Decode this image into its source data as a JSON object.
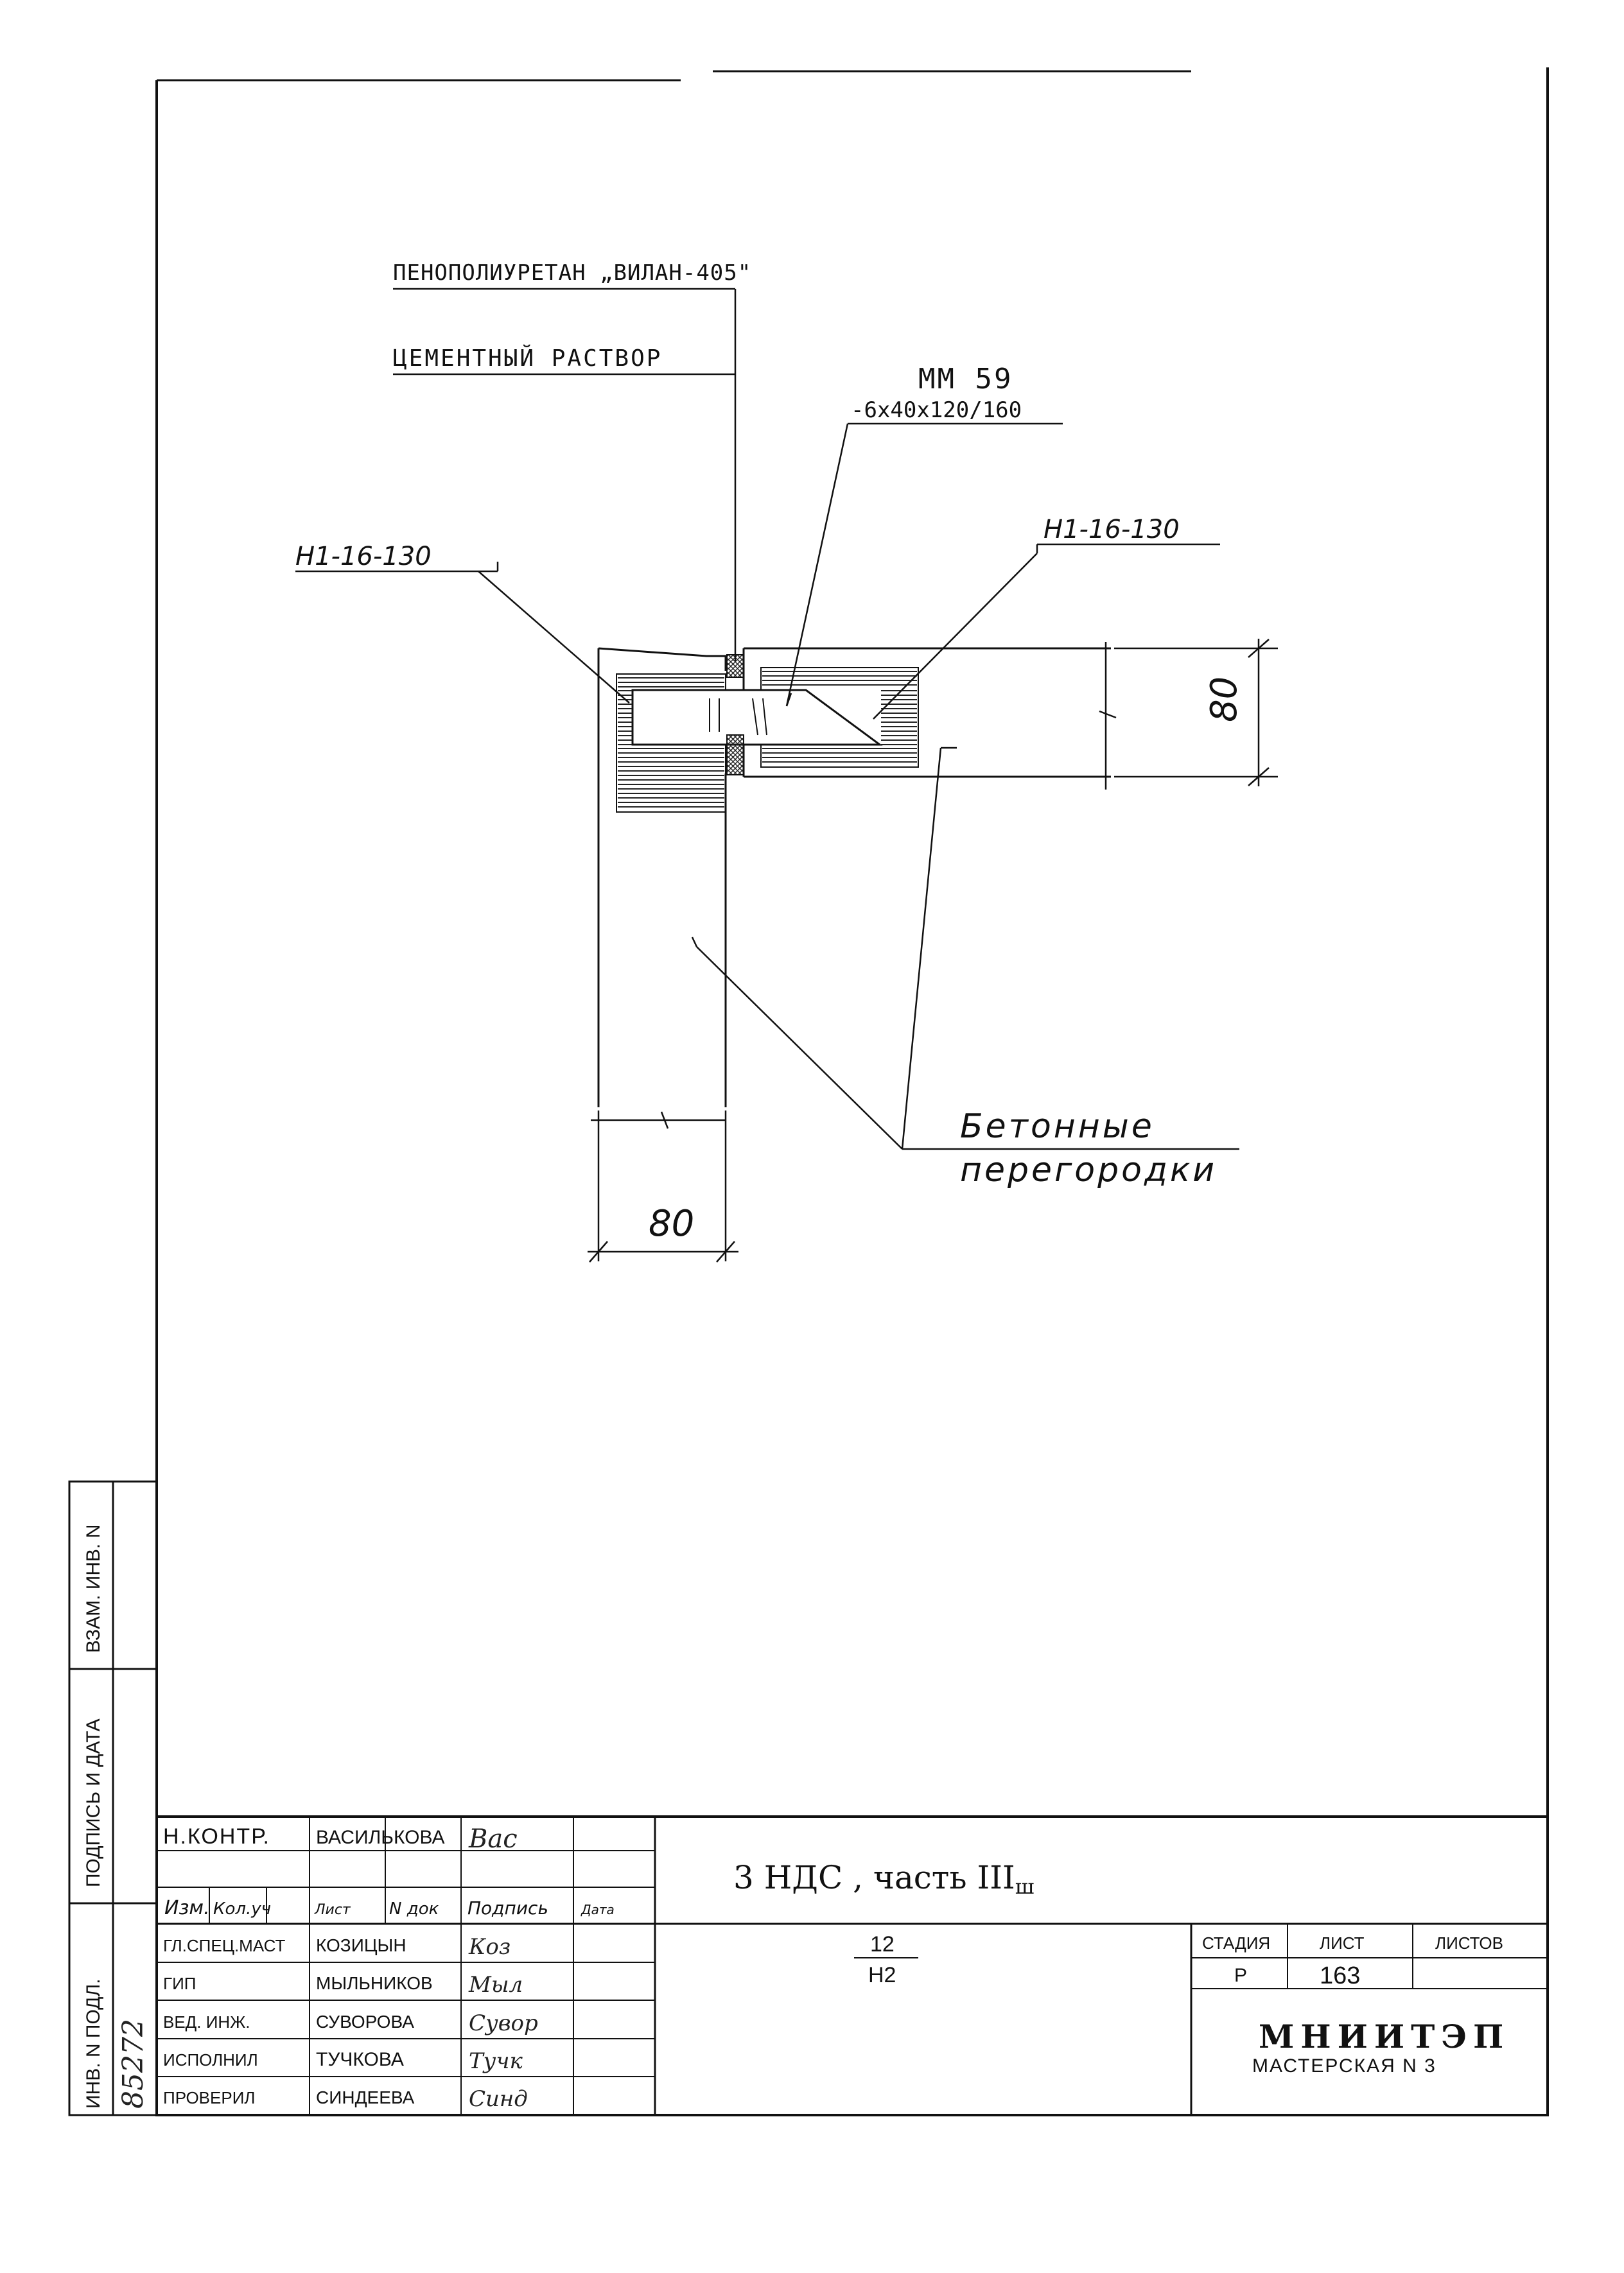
{
  "drawing": {
    "callouts": {
      "foam": "ПЕНОПОЛИУРЕТАН „ВИЛАН-405\"",
      "mortar": "ЦЕМЕНТНЫЙ РАСТВОР",
      "plate_mark": "ММ 59",
      "plate_size": "-6х40х120/160",
      "anchor_left": "Н1-16-130",
      "anchor_right": "Н1-16-130",
      "partitions_line1": "Бетонные",
      "partitions_line2": "перегородки"
    },
    "dimensions": {
      "horizontal": "80",
      "vertical": "80"
    }
  },
  "side_stamps": {
    "inv_podl": "ИНВ. N ПОДЛ.",
    "podpis_data": "ПОДПИСЬ И ДАТА",
    "vzam_inv": "ВЗАМ. ИНВ. N",
    "inv_number": "85272"
  },
  "title_block": {
    "top_row": {
      "role": "Н.КОНТР.",
      "name": "ВАСИЛЬКОВА",
      "signature": "Вас"
    },
    "header": {
      "izm": "Изм.",
      "kol": "Кол.уч",
      "list": "Лист",
      "ndok": "N док",
      "podpis": "Подпись",
      "data": "Дата"
    },
    "rows": [
      {
        "role": "ГЛ.СПЕЦ.МАСТ",
        "name": "КОЗИЦЫН",
        "signature": "Коз"
      },
      {
        "role": "ГИП",
        "name": "МЫЛЬНИКОВ",
        "signature": "Мыл"
      },
      {
        "role": "ВЕД. ИНЖ.",
        "name": "СУВОРОВА",
        "signature": "Сувор"
      },
      {
        "role": "ИСПОЛНИЛ",
        "name": "ТУЧКОВА",
        "signature": "Тучк"
      },
      {
        "role": "ПРОВЕРИЛ",
        "name": "СИНДЕЕВА",
        "signature": "Синд"
      }
    ],
    "title": "3 НДС , часть III",
    "title_sub": "ш",
    "code_top": "12",
    "code_bottom": "Н2",
    "stage_label": "СТАДИЯ",
    "sheet_label": "ЛИСТ",
    "sheets_label": "ЛИСТОВ",
    "stage_value": "Р",
    "sheet_value": "163",
    "org": "МНИИТЭП",
    "workshop": "МАСТЕРСКАЯ N 3"
  }
}
